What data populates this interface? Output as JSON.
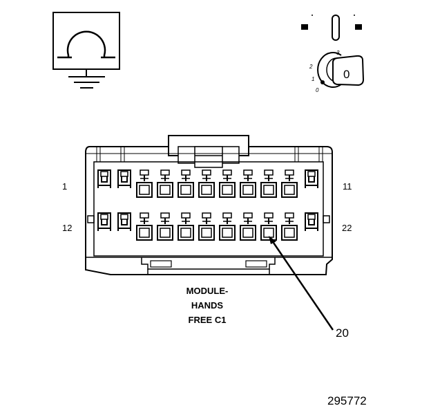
{
  "pin_labels": {
    "top_left": "1",
    "top_right": "11",
    "bottom_left": "12",
    "bottom_right": "22"
  },
  "connector_title": [
    "MODULE-",
    "HANDS",
    "FREE C1"
  ],
  "callout": "20",
  "figure_number": "295772",
  "ignition_positions": [
    "3",
    "2",
    "1",
    "0"
  ],
  "key_label": "0",
  "icons": {
    "ground": "ground-symbol-icon",
    "ignition": "ignition-switch-icon",
    "connector": "connector-face-icon"
  },
  "colors": {
    "line": "#000000",
    "background": "#ffffff"
  }
}
